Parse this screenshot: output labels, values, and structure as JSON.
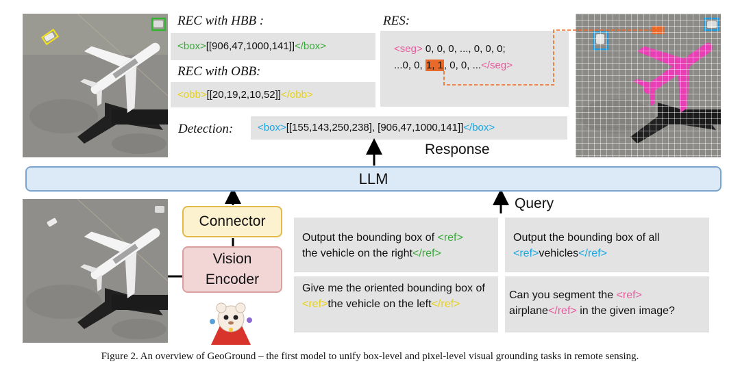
{
  "rec_hbb": {
    "label": "REC with HBB :",
    "open_tag": "<box>",
    "value": "[[906,47,1000,141]]",
    "close_tag": "</box>"
  },
  "rec_obb": {
    "label": "REC with OBB:",
    "open_tag": "<obb>",
    "value": "[[20,19,2,10,52]]",
    "close_tag": "</obb>"
  },
  "res": {
    "label": "RES:",
    "open_tag": "<seg>",
    "line1": " 0, 0, 0, ..., 0, 0, 0;",
    "line2_pre": "...0, 0, ",
    "line2_highlight": "1, 1",
    "line2_post": ", 0, 0, ...",
    "close_tag": "</seg>"
  },
  "detection": {
    "label": "Detection:",
    "open_tag": "<box>",
    "value": "[[155,143,250,238], [906,47,1000,141]]",
    "close_tag": "</box>"
  },
  "response_label": "Response",
  "llm_label": "LLM",
  "query_label": "Query",
  "connector_label": "Connector",
  "encoder_label_1": "Vision",
  "encoder_label_2": "Encoder",
  "queries": {
    "q1_pre": "Output the bounding box of ",
    "q1_open": "<ref>",
    "q1_mid": "the vehicle on the right",
    "q1_close": "</ref>",
    "q2_pre": "Output the bounding box of all",
    "q2_open": "<ref>",
    "q2_mid": "vehicles",
    "q2_close": "</ref>",
    "q3_pre": "Give me the oriented bounding box of ",
    "q3_open": "<ref>",
    "q3_mid": "the vehicle on the left",
    "q3_close": "</ref>",
    "q4_pre": "Can you segment the ",
    "q4_open": "<ref>",
    "q4_mid": "airplane",
    "q4_close": "</ref>",
    "q4_post": " in the given image?"
  },
  "caption": "Figure 2. An overview of GeoGround – the first model to unify box-level and pixel-level visual grounding tasks in remote sensing.",
  "colors": {
    "hbb_tag": "#3aa83a",
    "obb_tag": "#e6d21a",
    "det_tag": "#1ba6e0",
    "seg_tag": "#e85a9c",
    "llm_fill": "#dce9f7",
    "connector_fill": "#fdf2cf",
    "encoder_fill": "#f2d6d6",
    "highlight": "#e8692a"
  }
}
